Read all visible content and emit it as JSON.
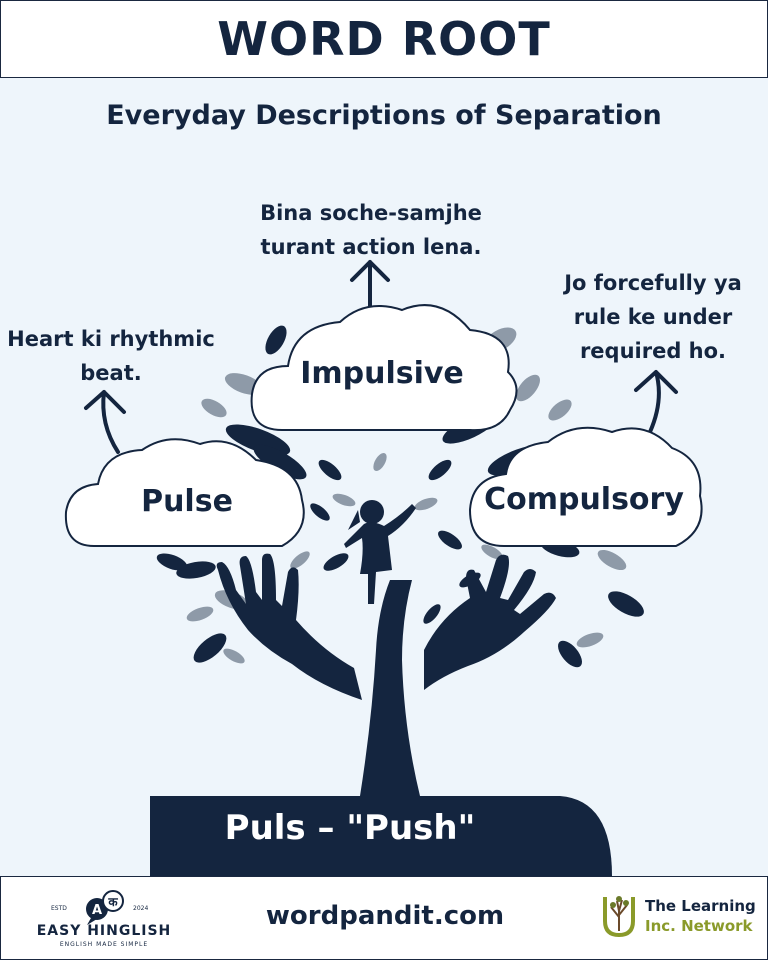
{
  "header": {
    "title": "WORD ROOT"
  },
  "subtitle": "Everyday Descriptions of Separation",
  "words": {
    "impulsive": {
      "word": "Impulsive",
      "definition_l1": "Bina soche-samjhe",
      "definition_l2": "turant action lena."
    },
    "pulse": {
      "word": "Pulse",
      "definition_l1": "Heart ki rhythmic",
      "definition_l2": "beat."
    },
    "compulsory": {
      "word": "Compulsory",
      "definition_l1": "Jo forcefully ya",
      "definition_l2": "rule ke under",
      "definition_l3": "required ho."
    }
  },
  "root": {
    "text": "Puls – \"Push\""
  },
  "footer": {
    "site": "wordpandit.com",
    "left_brand": {
      "name": "EASY HINGLISH",
      "tagline": "ENGLISH MADE SIMPLE",
      "estd": "ESTD",
      "year": "2024",
      "icon_glyph_a": "A",
      "icon_glyph_b": "क"
    },
    "right_brand": {
      "line1": "The Learning",
      "line2": "Inc. Network"
    }
  },
  "colors": {
    "navy": "#14253f",
    "background": "#eef5fb",
    "leaf_grey": "#8e9aa8",
    "olive": "#8a9a2a"
  },
  "icons": [
    "up-arrow-icon",
    "tree-illustration",
    "hands-illustration",
    "child-silhouette-icon",
    "chat-bubble-logo-icon",
    "tree-logo-icon"
  ]
}
